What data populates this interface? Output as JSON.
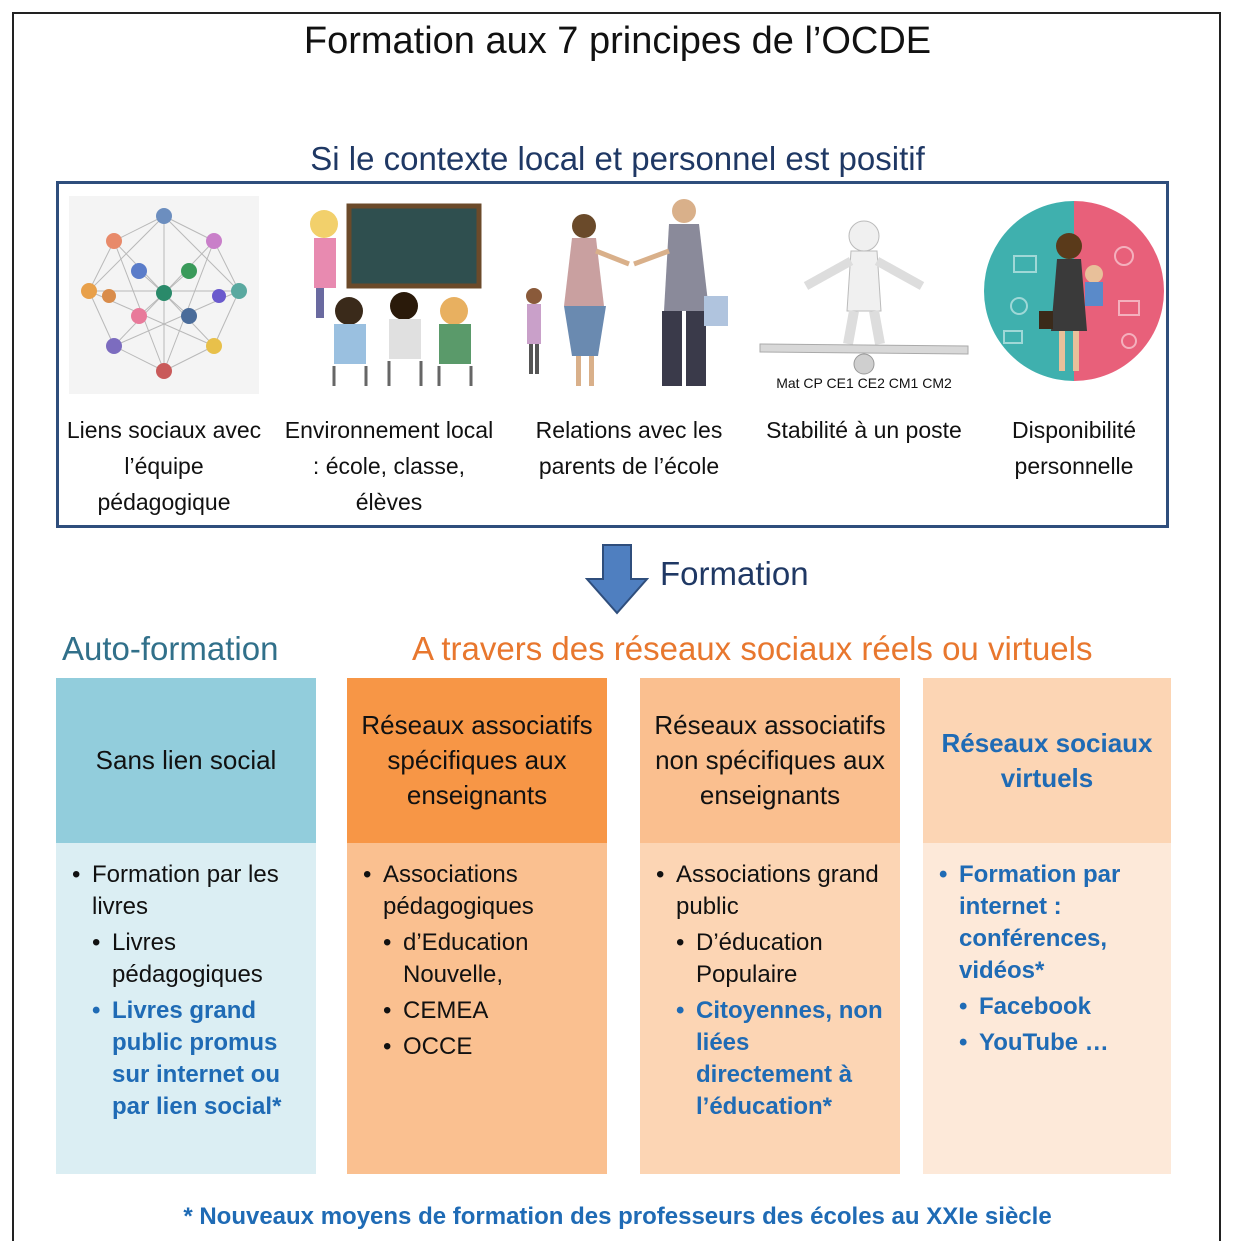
{
  "title": "Formation aux 7 principes de l’OCDE",
  "subtitle": "Si le contexte local et personnel est positif",
  "context_items": [
    {
      "label": "Liens sociaux avec l’équipe pédagogique"
    },
    {
      "label": "Environnement local : école, classe, élèves"
    },
    {
      "label": "Relations avec les parents de l’école"
    },
    {
      "label": "Stabilité à un poste",
      "image_caption": "Mat CP CE1 CE2 CM1 CM2"
    },
    {
      "label": "Disponibilité personnelle"
    }
  ],
  "formation_label": "Formation",
  "auto_formation_title": "Auto-formation",
  "networks_title": "A travers des réseaux sociaux réels ou virtuels",
  "columns": [
    {
      "header": "Sans lien social",
      "item1": "Formation par les livres",
      "sub1": "Livres pédagogiques",
      "sub2": "Livres grand public promus sur internet ou par lien social*"
    },
    {
      "header": "Réseaux associatifs spécifiques aux enseignants",
      "item1": "Associations pédagogiques",
      "sub1": "d’Education Nouvelle,",
      "sub2": "CEMEA",
      "sub3": "OCCE"
    },
    {
      "header": "Réseaux associatifs non spécifiques aux enseignants",
      "item1": "Associations grand public",
      "sub1": "D’éducation Populaire",
      "sub2": "Citoyennes, non liées directement à l’éducation*"
    },
    {
      "header": "Réseaux sociaux virtuels",
      "item1": "Formation par internet : conférences, vidéos*",
      "sub1": "Facebook",
      "sub2": "YouTube …"
    }
  ],
  "bullet": "•",
  "footnote": "* Nouveaux moyens de formation des professeurs des écoles au XXIe siècle",
  "colors": {
    "title_blue": "#1f3864",
    "teal": "#31708a",
    "orange": "#e8772e",
    "link_blue": "#1f6bb5",
    "col1_head": "#92cddc",
    "col1_body": "#dbeef3",
    "col2_head": "#f79646",
    "col2_body": "#fac090",
    "col3_head": "#fabf8f",
    "col3_body": "#fcd5b4",
    "col4_head": "#fcd5b4",
    "col4_body": "#fde9d9"
  },
  "icons": [
    "social-network-icon",
    "classroom-icon",
    "handshake-icon",
    "balance-icon",
    "work-life-icon",
    "down-arrow-icon"
  ]
}
